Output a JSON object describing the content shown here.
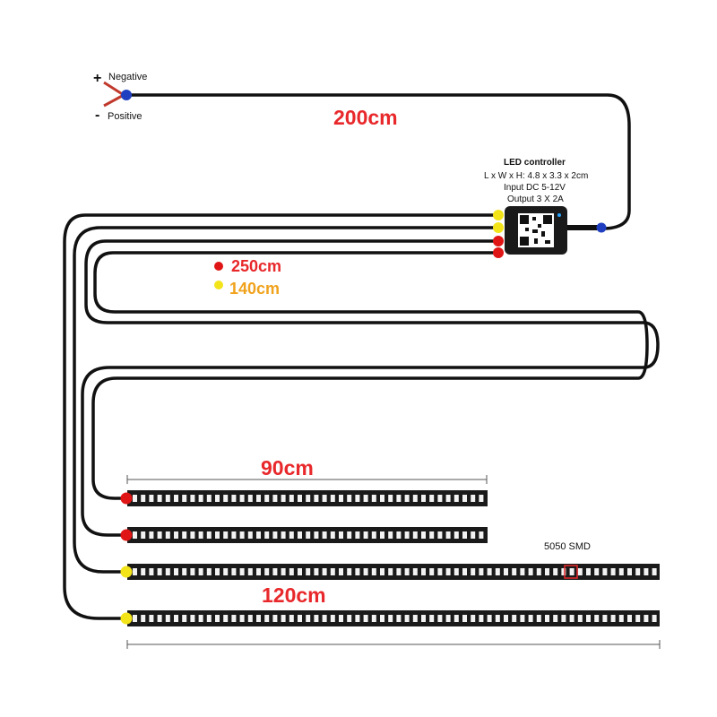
{
  "legend": {
    "negative_sign": "+",
    "negative_label": "Negative",
    "positive_sign": "-",
    "positive_label": "Positive"
  },
  "main_cable_length": "200cm",
  "controller": {
    "title": "LED controller",
    "dimensions": "L x W x H: 4.8 x 3.3 x 2cm",
    "input": "Input DC 5-12V",
    "output": "Output 3 X 2A"
  },
  "cable_lengths": {
    "red": "250cm",
    "yellow": "140cm"
  },
  "strip_lengths": {
    "short": "90cm",
    "long": "120cm"
  },
  "smd_label": "5050 SMD",
  "colors": {
    "red_connector": "#e01515",
    "yellow_connector": "#f3e41a",
    "blue_connector": "#1f3fc0",
    "label_red": "#e8282b",
    "label_yellow": "#f0a21c"
  }
}
